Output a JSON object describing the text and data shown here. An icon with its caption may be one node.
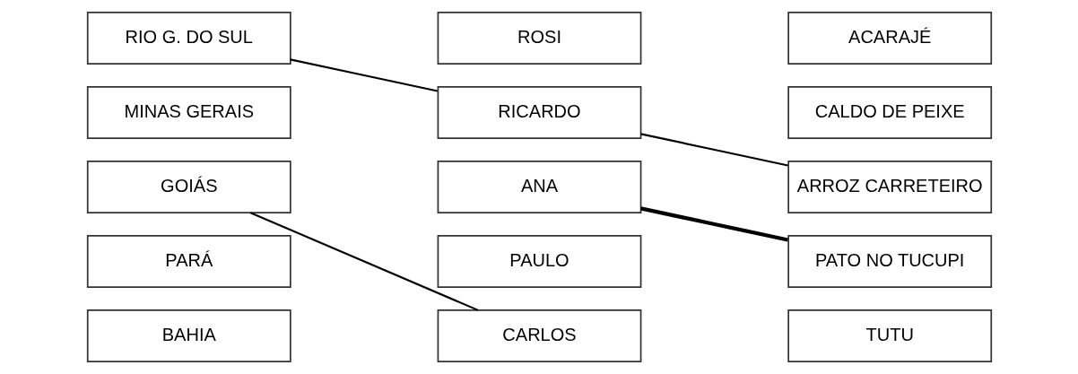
{
  "diagram": {
    "nodes": [
      {
        "text": [
          "RIO G. DO SUL"
        ]
      },
      {
        "text": [
          "BAHIA"
        ]
      },
      {
        "text": [
          "PARÁ"
        ]
      },
      {
        "text": [
          "MINAS GERAIS"
        ]
      },
      {
        "text": [
          "GOIÁS"
        ]
      },
      {
        "text": [
          "ROSI"
        ]
      },
      {
        "text": [
          "CARLOS"
        ]
      },
      {
        "text": [
          "PAULO"
        ]
      },
      {
        "text": [
          "RICARDO"
        ]
      },
      {
        "text": [
          "ANA"
        ]
      },
      {
        "text": [
          "ACARAJÉ"
        ]
      },
      {
        "text": [
          "TUTU"
        ]
      },
      {
        "text": [
          "PATO NO TUCUPI"
        ]
      },
      {
        "text": [
          "CALDO DE PEIXE"
        ]
      },
      {
        "text": [
          "ARROZ CARRETEIRO"
        ]
      }
    ],
    "edges": [
      {
        "from": 0,
        "to": 8,
        "arrow": "none"
      },
      {
        "from": 4,
        "to": 6,
        "arrow": "none"
      },
      {
        "from": 8,
        "to": 14,
        "arrow": "none"
      },
      {
        "from": 9,
        "to": 12,
        "arrow": "none",
        "style": "thick"
      }
    ]
  }
}
